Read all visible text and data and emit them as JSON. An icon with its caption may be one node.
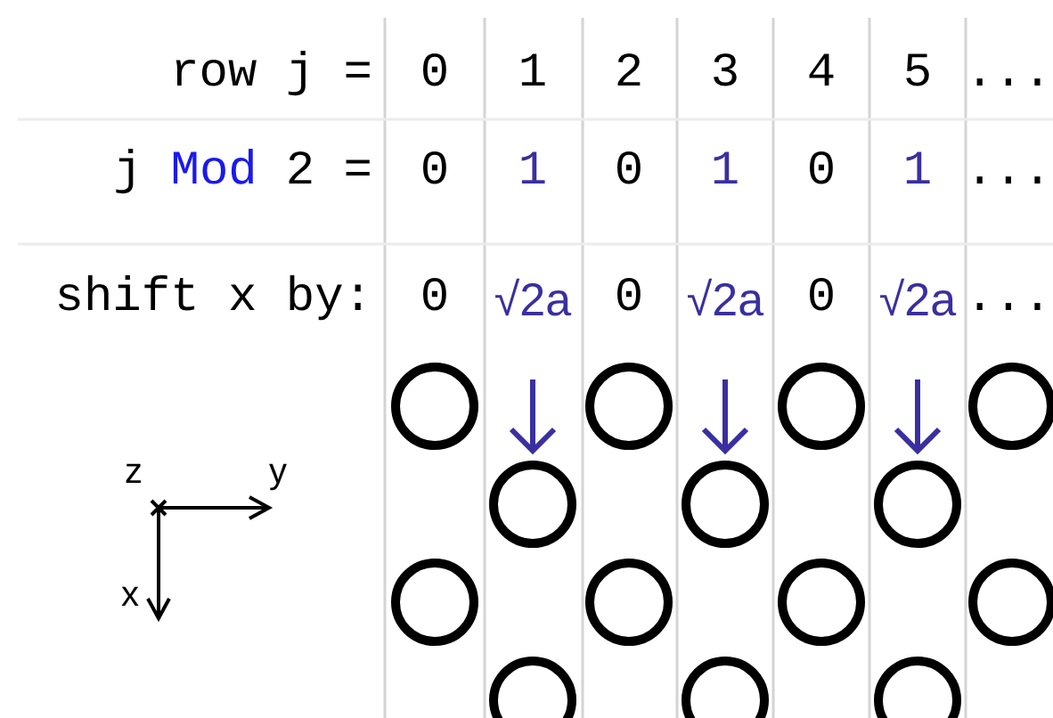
{
  "diagram": {
    "labels": [
      "row j =",
      "0",
      "1",
      "2",
      "3",
      "4",
      "5",
      "...",
      "j",
      "Mod",
      "2 =",
      "0",
      "1",
      "0",
      "1",
      "0",
      "1",
      "...",
      "shift x by:",
      "0",
      "√2a",
      "0",
      "√2a",
      "0",
      "√2a",
      "...",
      "z",
      "y",
      "x"
    ]
  }
}
